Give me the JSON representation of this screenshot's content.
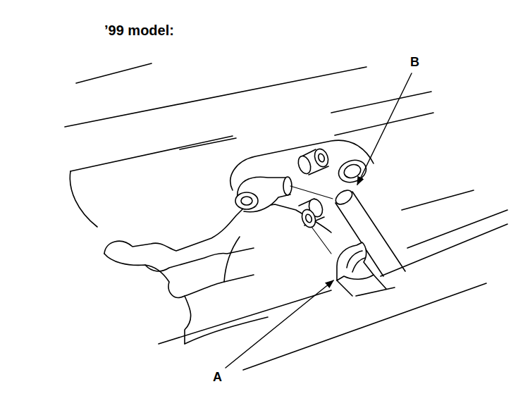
{
  "diagram": {
    "title": "’99 model:",
    "labels": [
      "A",
      "B"
    ]
  }
}
